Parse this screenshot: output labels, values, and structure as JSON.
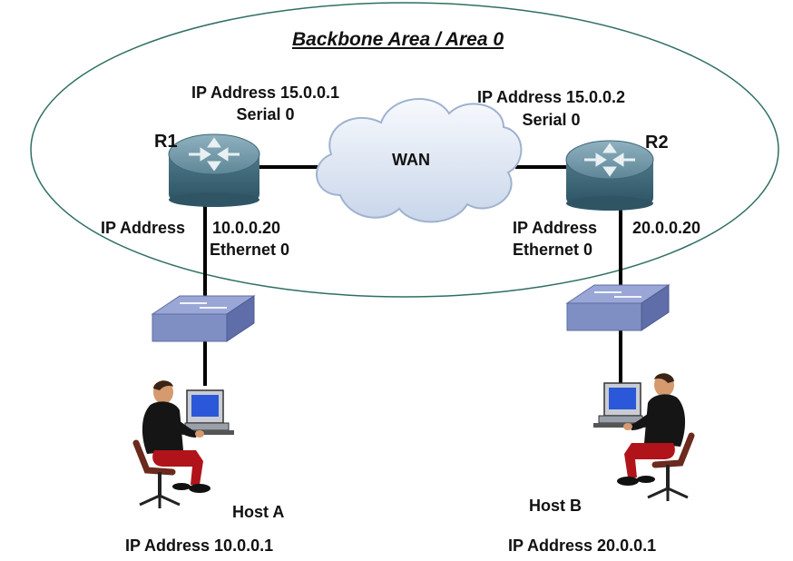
{
  "area": {
    "title": "Backbone Area / Area 0"
  },
  "wan": {
    "label": "WAN"
  },
  "routers": [
    {
      "name": "R1",
      "serial_ip": "IP Address 15.0.0.1",
      "serial_if": "Serial 0",
      "eth_ip_label": "IP Address",
      "eth_ip": "10.0.0.20",
      "eth_if": "Ethernet 0"
    },
    {
      "name": "R2",
      "serial_ip": "IP Address 15.0.0.2",
      "serial_if": "Serial 0",
      "eth_ip_label": "IP Address",
      "eth_ip": "20.0.0.20",
      "eth_if": "Ethernet 0"
    }
  ],
  "hosts": [
    {
      "name": "Host A",
      "ip": "IP Address 10.0.0.1"
    },
    {
      "name": "Host B",
      "ip": "IP Address 20.0.0.1"
    }
  ],
  "colors": {
    "area_outline": "#2f6f63",
    "router_top": "#6a8f9e",
    "router_side": "#3f6676",
    "switch": "#7f8fc4",
    "cloud": "#e6edf7",
    "trouser": "#b0141a"
  }
}
